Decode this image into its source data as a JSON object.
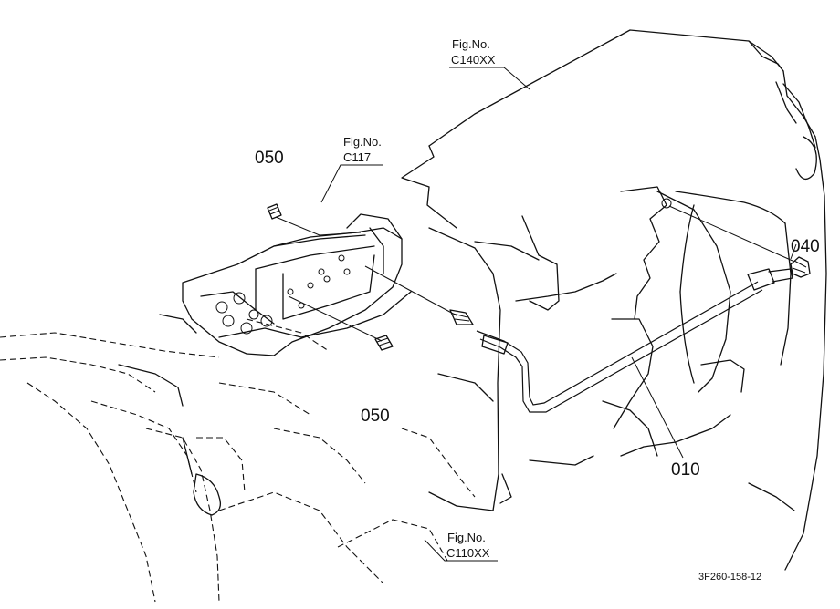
{
  "callouts": {
    "c050_top": "050",
    "c050_bottom": "050",
    "c040": "040",
    "c010": "010"
  },
  "figure_refs": {
    "c140": {
      "line1": "Fig.No.",
      "line2": "C140XX"
    },
    "c117": {
      "line1": "Fig.No.",
      "line2": "C117"
    },
    "c110": {
      "line1": "Fig.No.",
      "line2": "C110XX"
    }
  },
  "drawing_code": "3F260-158-12"
}
